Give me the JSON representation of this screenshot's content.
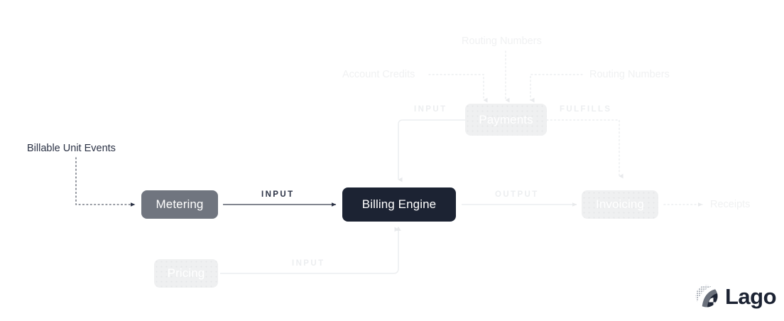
{
  "diagram": {
    "title": "Lago billing architecture flow",
    "background": "#ffffff",
    "colors": {
      "dark_node": "#1c2333",
      "gray_node": "#70757f",
      "faded_node": "#eff0f1",
      "dark_text": "#2b3245",
      "faded_text": "#f0f1f2",
      "solid_edge": "#70757f",
      "faded_edge": "#f0f1f2"
    },
    "nodes": [
      {
        "id": "metering",
        "label": "Metering",
        "style": "gray"
      },
      {
        "id": "billing_engine",
        "label": "Billing Engine",
        "style": "dark"
      },
      {
        "id": "payments",
        "label": "Payments",
        "style": "faded"
      },
      {
        "id": "invoicing",
        "label": "Invoicing",
        "style": "faded"
      },
      {
        "id": "pricing",
        "label": "Pricing",
        "style": "faded"
      }
    ],
    "free_labels": [
      {
        "id": "billable_unit_events",
        "text": "Billable Unit Events",
        "style": "dark"
      },
      {
        "id": "routing_numbers_top",
        "text": "Routing Numbers",
        "style": "faded"
      },
      {
        "id": "account_credits",
        "text": "Account Credits",
        "style": "faded"
      },
      {
        "id": "routing_numbers_right",
        "text": "Routing Numbers",
        "style": "faded"
      },
      {
        "id": "receipts",
        "text": "Receipts",
        "style": "faded"
      }
    ],
    "edge_captions": [
      {
        "id": "input_metering_to_engine",
        "text": "INPUT",
        "style": "dark"
      },
      {
        "id": "input_payments_to_engine",
        "text": "INPUT",
        "style": "faded"
      },
      {
        "id": "fulfills_payments_to_invoicing",
        "text": "FULFILLS",
        "style": "faded"
      },
      {
        "id": "output_engine_to_invoicing",
        "text": "OUTPUT",
        "style": "faded"
      },
      {
        "id": "input_pricing_to_engine",
        "text": "INPUT",
        "style": "faded"
      }
    ]
  },
  "logo": {
    "wordmark": "Lago",
    "mark": "lago-globe-icon"
  }
}
